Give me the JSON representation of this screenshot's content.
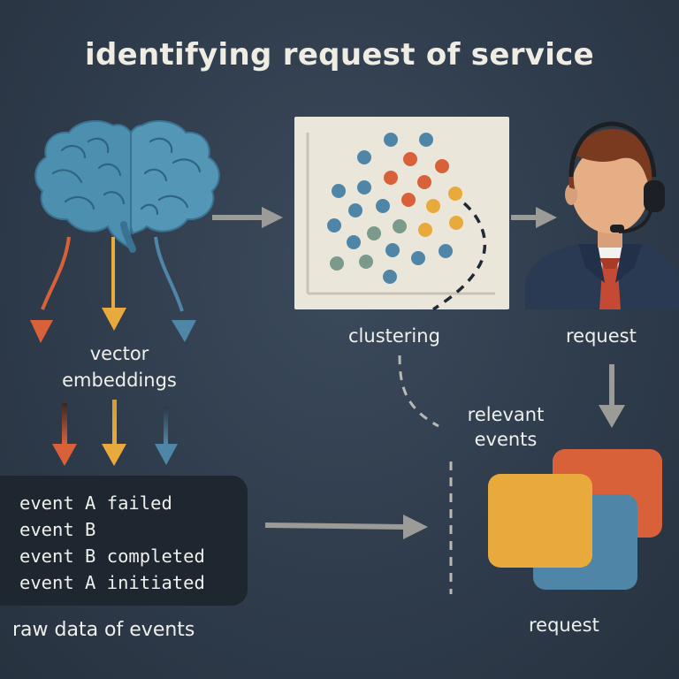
{
  "title": "identifying request of service",
  "labels": {
    "vector_embeddings_line1": "vector",
    "vector_embeddings_line2": "embeddings",
    "clustering": "clustering",
    "request_top": "request",
    "relevant_events_line1": "relevant",
    "relevant_events_line2": "events",
    "request_bottom": "request",
    "raw_data": "raw data of events"
  },
  "events": [
    "event A failed",
    "event B",
    "event B completed",
    "event A initiated"
  ],
  "colors": {
    "background": "#2f3c4c",
    "orange_red": "#d9613a",
    "mustard": "#e8aa3c",
    "steel_blue": "#4f86a8",
    "sage": "#7c9a8c",
    "arrow_gray": "#9b9b98",
    "panel": "#ebe6da",
    "event_box": "#1e2630"
  },
  "icons": [
    "brain-icon",
    "agent-with-headset-icon",
    "scatter-plot-icon",
    "stacked-cards-icon"
  ]
}
